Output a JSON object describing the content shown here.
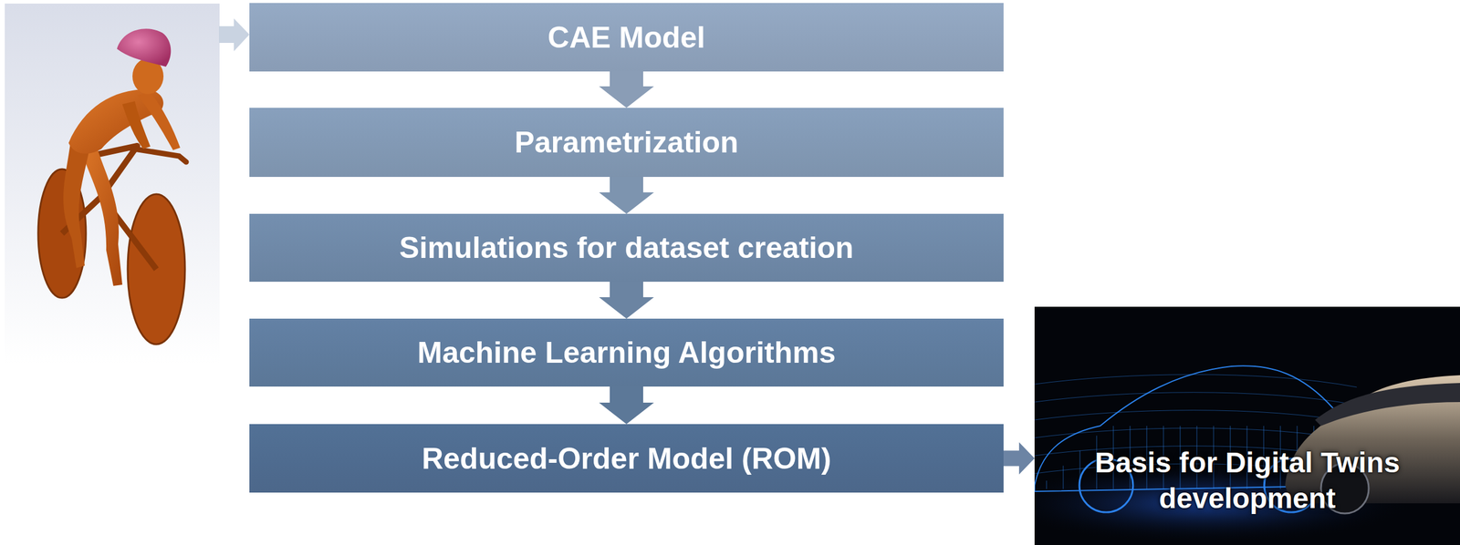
{
  "diagram": {
    "nodes": [
      {
        "text": [
          "CAE Model"
        ]
      },
      {
        "text": [
          "Parametrization"
        ]
      },
      {
        "text": [
          "Simulations for dataset creation"
        ]
      },
      {
        "text": [
          "Machine Learning Algorithms"
        ]
      },
      {
        "text": [
          "Reduced-Order Model (ROM)"
        ]
      },
      {
        "text": [
          "Basis for Digital Twins development"
        ]
      }
    ],
    "edges": [
      {
        "from": 0,
        "to": 1,
        "arrow": "to"
      },
      {
        "from": 1,
        "to": 2,
        "arrow": "to"
      },
      {
        "from": 2,
        "to": 3,
        "arrow": "to"
      },
      {
        "from": 3,
        "to": 4,
        "arrow": "to"
      },
      {
        "from": 4,
        "to": 5,
        "arrow": "to"
      }
    ]
  }
}
